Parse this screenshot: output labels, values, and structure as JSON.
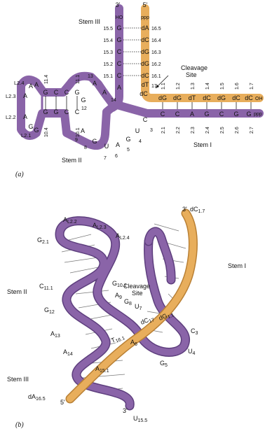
{
  "colors": {
    "purple": "#8a64a8",
    "purpleDark": "#5e3f7e",
    "orange": "#e8ae5c",
    "orangeDark": "#b98035",
    "ink": "#111111"
  },
  "panel_a": {
    "panel_label": "(a)",
    "labels": {
      "stem1": "Stem I",
      "stem2": "Stem II",
      "stem3": "Stem III",
      "cleavage_line1": "Cleavage",
      "cleavage_line2": "Site"
    },
    "ends": {
      "rna_3": "3'",
      "rna_HO": "HO",
      "dna_5": "5'",
      "dna_ppp": "ppp",
      "dna_OH": "OH",
      "rna_ppp": "ppp"
    },
    "stem3_rna_nt": [
      "G",
      "G",
      "C",
      "C",
      "C",
      "A"
    ],
    "stem3_rna_nums": [
      "15.5",
      "15.4",
      "15.3",
      "15.2",
      "15.1"
    ],
    "stem3_dna_nt": [
      "dA",
      "dC",
      "dG",
      "dG",
      "dC",
      "dT",
      "dC"
    ],
    "stem3_dna_nums": [
      "16.5",
      "16.4",
      "16.3",
      "16.2",
      "16.1",
      "17"
    ],
    "stem1_dna_nt": [
      "dG",
      "dG",
      "dT",
      "dC",
      "dG",
      "dC",
      "dC"
    ],
    "stem1_top_nums": [
      "1.1",
      "1.2",
      "1.3",
      "1.4",
      "1.5",
      "1.6",
      "1.7"
    ],
    "stem1_rna_nt": [
      "C",
      "C",
      "A",
      "G",
      "C",
      "G",
      "G"
    ],
    "stem1_bot_nums": [
      "2.1",
      "2.2",
      "2.3",
      "2.4",
      "2.5",
      "2.6",
      "2.7"
    ],
    "core_nt": {
      "n14": "A",
      "n13": "A",
      "n12": "G",
      "n9": "A",
      "n8": "G",
      "n7": "U",
      "n6": "A",
      "n5": "G",
      "n4": "U",
      "n3": "C"
    },
    "core_nums": {
      "n14": "14",
      "n13": "13",
      "n12": "12",
      "n9": "9",
      "n8": "8",
      "n7": "7",
      "n6": "6",
      "n5": "5",
      "n4": "4",
      "n3": "3"
    },
    "stem2_top_nt": [
      "A",
      "G",
      "C",
      "C",
      "G"
    ],
    "stem2_top_nums": [
      "11.4",
      "11.1"
    ],
    "stem2_bot_nt": [
      "G",
      "G",
      "G",
      "C",
      "C"
    ],
    "stem2_bot_nums": [
      "10.4",
      "10.1"
    ],
    "loop_nt": {
      "l24": "A",
      "l23": "A",
      "l22": "A",
      "l21": "G"
    },
    "loop_labels": {
      "l24": "L2.4",
      "l23": "L2.3",
      "l22": "L2.2",
      "l21": "L2.1"
    }
  },
  "panel_b": {
    "panel_label": "(b)",
    "labels": {
      "stem1": "Stem I",
      "stem2": "Stem II",
      "stem3": "Stem III",
      "cleavage_line1": "Cleavage",
      "cleavage_line2": "Site"
    },
    "residues": [
      {
        "base": "A",
        "sub": "L2.2"
      },
      {
        "base": "A",
        "sub": "L2.3"
      },
      {
        "base": "A",
        "sub": "L2.4"
      },
      {
        "base": "G",
        "sub": "2.1"
      },
      {
        "base": "G",
        "sub": "10.1"
      },
      {
        "base": "A",
        "sub": "9"
      },
      {
        "base": "G",
        "sub": "8"
      },
      {
        "base": "U",
        "sub": "7"
      },
      {
        "base": "C",
        "sub": "11.1"
      },
      {
        "base": "G",
        "sub": "12"
      },
      {
        "base": "A",
        "sub": "13"
      },
      {
        "base": "A",
        "sub": "14"
      },
      {
        "base": "A",
        "sub": "15.1"
      },
      {
        "base": "A",
        "sub": "6"
      },
      {
        "base": "G",
        "sub": "5"
      },
      {
        "base": "U",
        "sub": "4"
      },
      {
        "base": "C",
        "sub": "3"
      },
      {
        "base": "dC",
        "sub": "1.7"
      },
      {
        "base": "dC",
        "sub": "17"
      },
      {
        "base": "dG",
        "sub": "1.1"
      },
      {
        "base": "T",
        "sub": "16.1"
      },
      {
        "base": "dA",
        "sub": "16.5"
      },
      {
        "base": "U",
        "sub": "15.5"
      }
    ],
    "ends": {
      "dna_3": "3'",
      "dna_5": "5'",
      "rna_3": "3'"
    }
  }
}
